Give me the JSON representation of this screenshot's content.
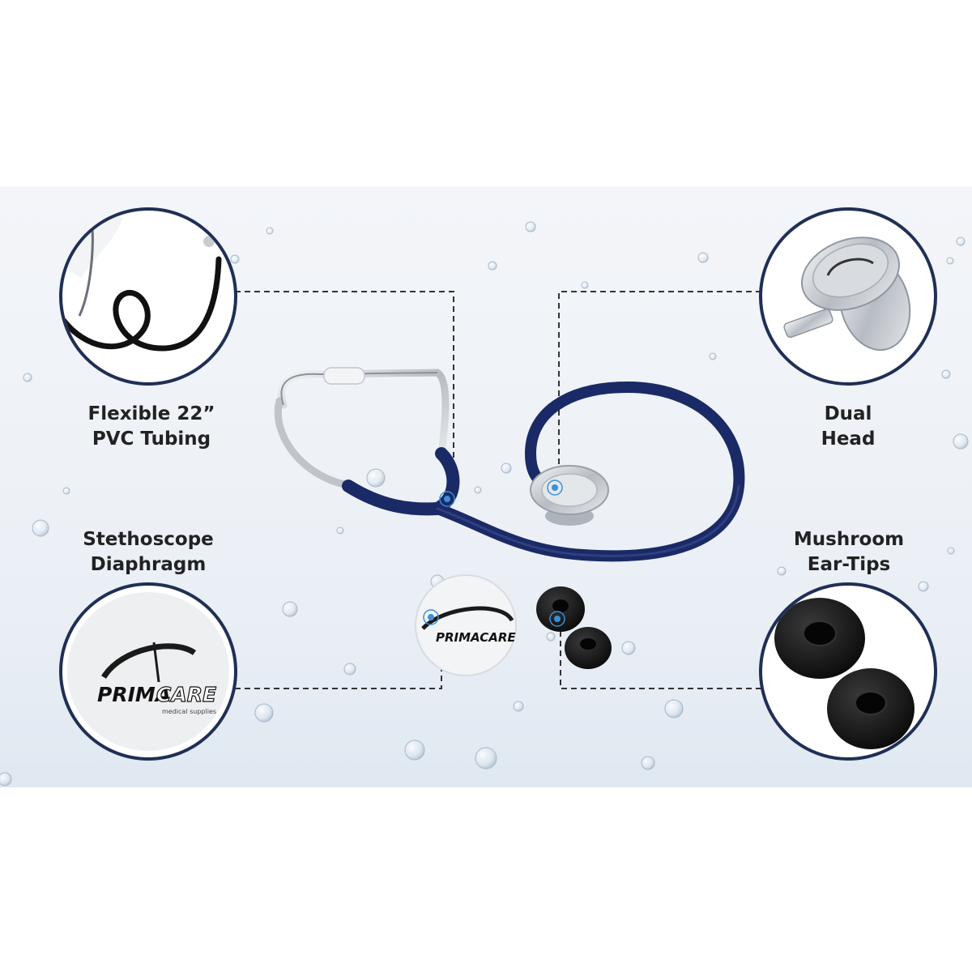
{
  "features": [
    {
      "line1": "Flexible 22”",
      "line2": "PVC Tubing"
    },
    {
      "line1": "Dual",
      "line2": "Head"
    },
    {
      "line1": "Stethoscope",
      "line2": "Diaphragm"
    },
    {
      "line1": "Mushroom",
      "line2": "Ear-Tips"
    }
  ],
  "brand": {
    "name_left": "PRIMA",
    "name_right": "CARE",
    "tagline": "medical supplies"
  },
  "colors": {
    "ring": "#1f2f55",
    "tubing": "#1a2a66",
    "steel": "#c9cdd3",
    "eartip": "#151515",
    "hotspot": "#3a8fd8"
  },
  "icons": [
    "tubing-closeup",
    "dual-head-closeup",
    "diaphragm-closeup",
    "ear-tips-closeup",
    "stethoscope",
    "hotspot-icon",
    "water-bubble"
  ]
}
